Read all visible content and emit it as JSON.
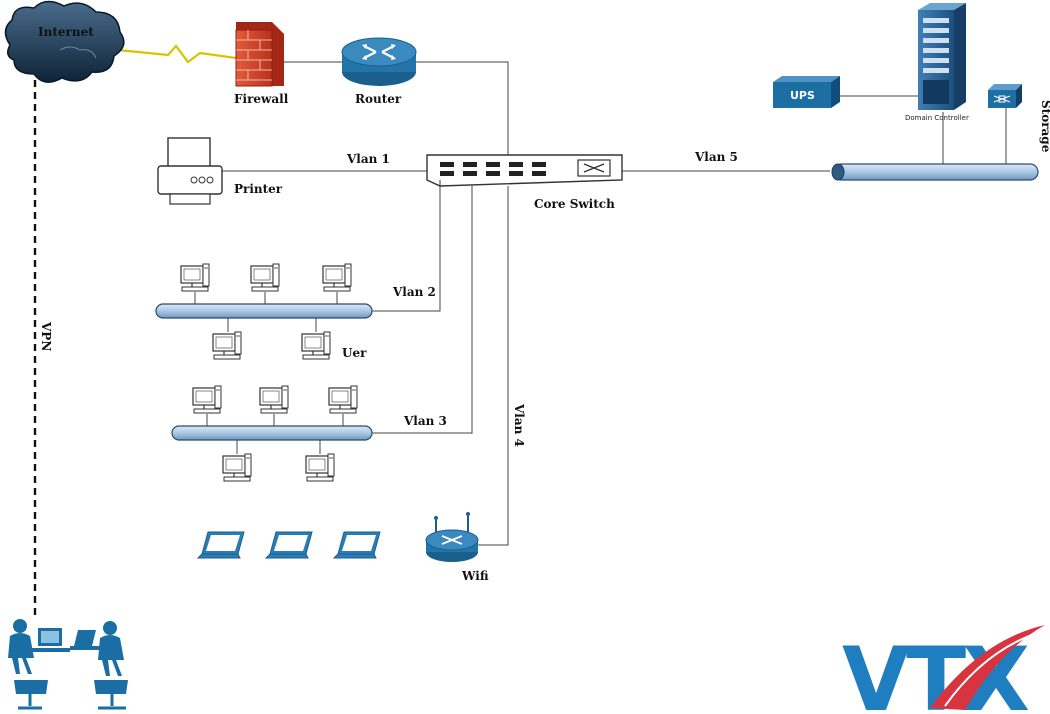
{
  "labels": {
    "internet": "Internet",
    "firewall": "Firewall",
    "router": "Router",
    "printer": "Printer",
    "vlan1": "Vlan 1",
    "core_switch": "Core Switch",
    "vlan5": "Vlan 5",
    "ups": "UPS",
    "domain_controller": "Domain Controller",
    "storage": "Storage",
    "vlan2": "Vlan 2",
    "user_group": "Uer",
    "vlan3": "Vlan 3",
    "vlan4": "Vlan 4",
    "wifi": "Wifi",
    "vpn": "VPN",
    "logo": "VTX"
  },
  "colors": {
    "device_blue": "#1d6fa3",
    "bus_fill": "#b5d1ea",
    "logo_blue": "#1f7ec0",
    "logo_red": "#d8343f"
  }
}
